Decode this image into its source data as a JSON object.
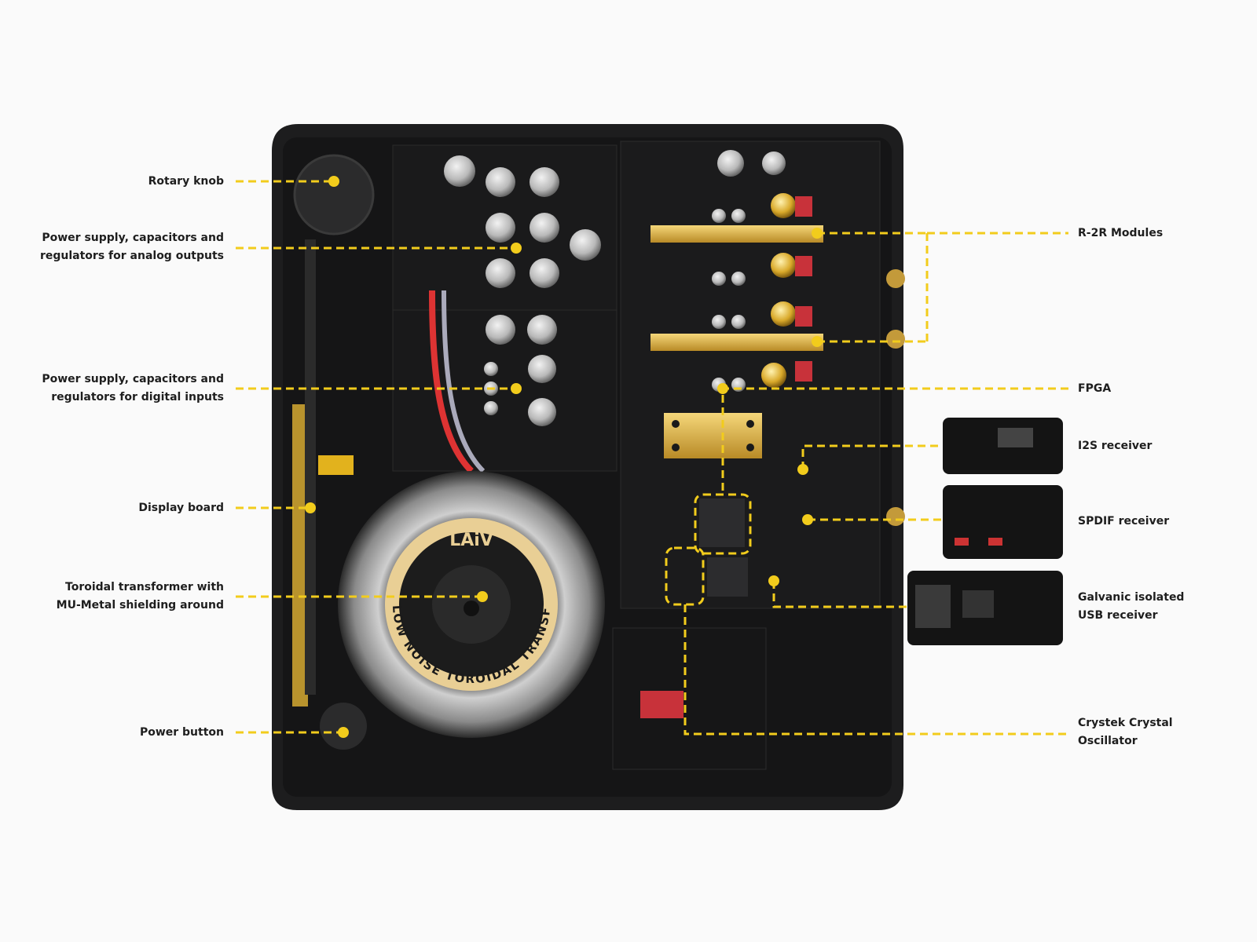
{
  "accent_color": "#f2cc1c",
  "brand_logo": "LAiV",
  "transformer_ring_text": "ULTRA LOW NOISE TOROIDAL TRANSFORMER",
  "callouts_left": [
    {
      "lines": [
        "Rotary knob"
      ]
    },
    {
      "lines": [
        "Power supply, capacitors and",
        "regulators for analog outputs"
      ]
    },
    {
      "lines": [
        "Power supply, capacitors and",
        "regulators for digital inputs"
      ]
    },
    {
      "lines": [
        "Display board"
      ]
    },
    {
      "lines": [
        "Toroidal transformer with",
        "MU-Metal shielding around"
      ]
    },
    {
      "lines": [
        "Power button"
      ]
    }
  ],
  "callouts_right": [
    {
      "lines": [
        "R-2R Modules"
      ]
    },
    {
      "lines": [
        "FPGA"
      ]
    },
    {
      "lines": [
        "I2S receiver"
      ]
    },
    {
      "lines": [
        "SPDIF receiver"
      ]
    },
    {
      "lines": [
        "Galvanic isolated",
        "USB receiver"
      ]
    },
    {
      "lines": [
        "Crystek Crystal",
        "Oscillator"
      ]
    }
  ]
}
